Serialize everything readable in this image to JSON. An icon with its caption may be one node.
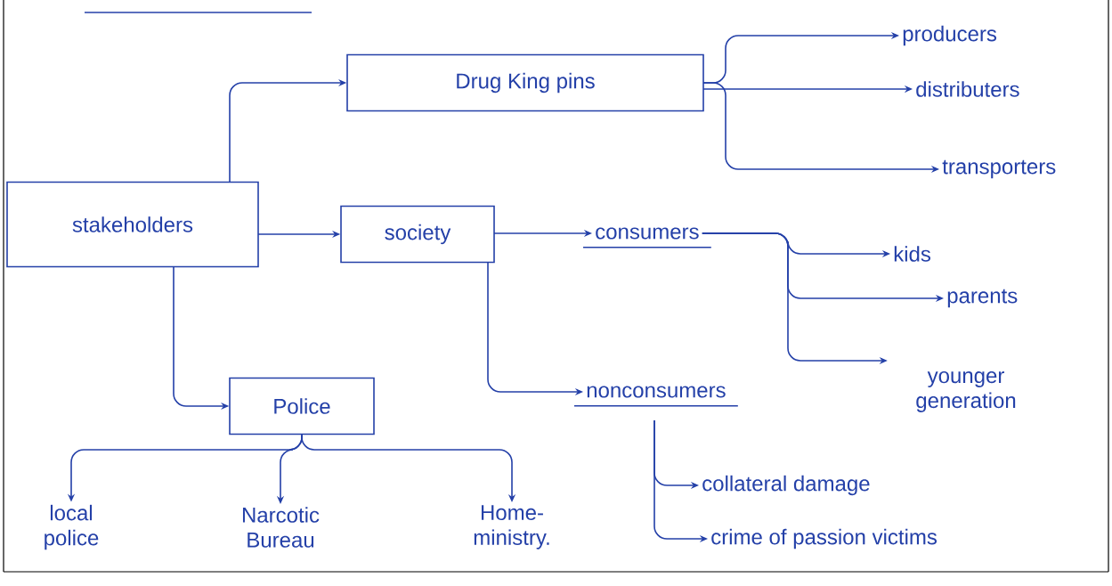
{
  "diagram": {
    "nodes": [
      {
        "text": [
          "stakeholders"
        ]
      },
      {
        "text": [
          "Drug King pins"
        ]
      },
      {
        "text": [
          "producers"
        ]
      },
      {
        "text": [
          "distributers"
        ]
      },
      {
        "text": [
          "transporters"
        ]
      },
      {
        "text": [
          "society"
        ]
      },
      {
        "text": [
          "consumers"
        ]
      },
      {
        "text": [
          "kids"
        ]
      },
      {
        "text": [
          "parents"
        ]
      },
      {
        "text": [
          "younger generation"
        ]
      },
      {
        "text": [
          "nonconsumers"
        ]
      },
      {
        "text": [
          "collateral damage"
        ]
      },
      {
        "text": [
          "crime of passion victims"
        ]
      },
      {
        "text": [
          "Police"
        ]
      },
      {
        "text": [
          "local police"
        ]
      },
      {
        "text": [
          "Narcotic Bureau"
        ]
      },
      {
        "text": [
          "Home-ministry."
        ]
      }
    ],
    "edges": [
      {
        "from": 0,
        "to": 1,
        "arrow": "to"
      },
      {
        "from": 0,
        "to": 5,
        "arrow": "to"
      },
      {
        "from": 0,
        "to": 13,
        "arrow": "to"
      },
      {
        "from": 1,
        "to": 2,
        "arrow": "to"
      },
      {
        "from": 1,
        "to": 3,
        "arrow": "to"
      },
      {
        "from": 1,
        "to": 4,
        "arrow": "to"
      },
      {
        "from": 5,
        "to": 6,
        "arrow": "to"
      },
      {
        "from": 5,
        "to": 10,
        "arrow": "to"
      },
      {
        "from": 6,
        "to": 7,
        "arrow": "to"
      },
      {
        "from": 6,
        "to": 8,
        "arrow": "to"
      },
      {
        "from": 6,
        "to": 9,
        "arrow": "to"
      },
      {
        "from": 10,
        "to": 11,
        "arrow": "to"
      },
      {
        "from": 10,
        "to": 12,
        "arrow": "to"
      },
      {
        "from": 13,
        "to": 14,
        "arrow": "to"
      },
      {
        "from": 13,
        "to": 15,
        "arrow": "to"
      },
      {
        "from": 13,
        "to": 16,
        "arrow": "to"
      }
    ]
  }
}
